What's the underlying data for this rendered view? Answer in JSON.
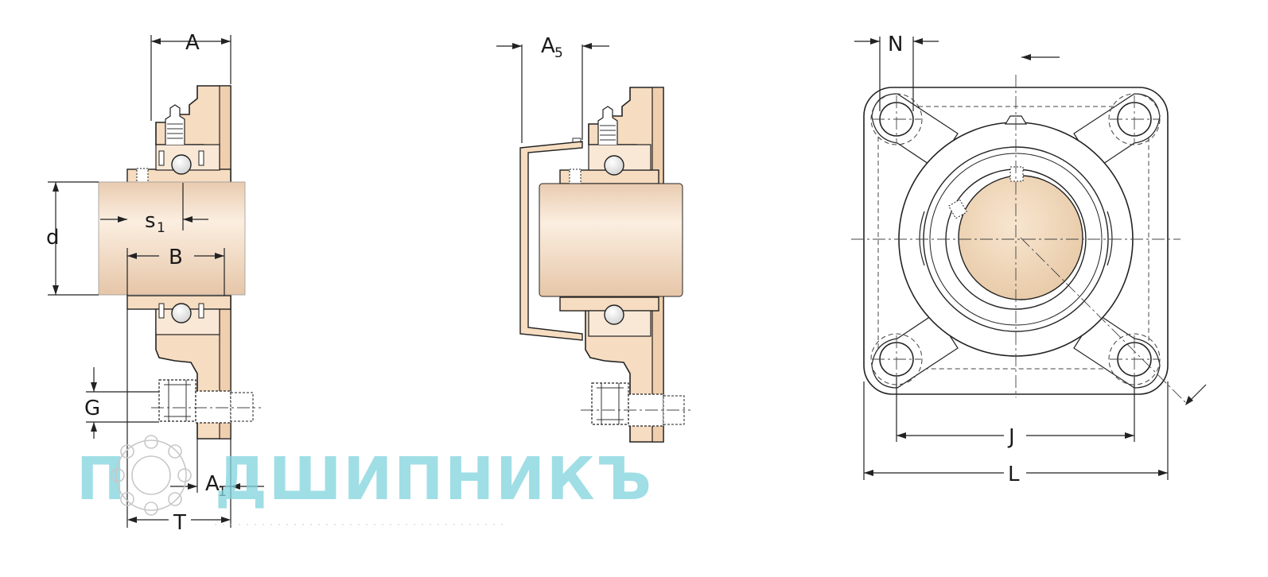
{
  "dimension_labels": {
    "A": "A",
    "A5_main": "A",
    "A5_sub": "5",
    "N": "N",
    "d": "d",
    "s1_main": "s",
    "s1_sub": "1",
    "B": "B",
    "G": "G",
    "A1_main": "A",
    "A1_sub": "1",
    "T": "T",
    "J": "J",
    "L": "L"
  },
  "watermark": {
    "text_left": "П",
    "text_right": "ДШИПНИКЪ"
  },
  "colors": {
    "housing_fill": "#f6dcc0",
    "shaft_fill": "#f2dcc4",
    "bore_fill": "#eed6b4",
    "watermark": "#7fd3dc",
    "line": "#222222"
  }
}
